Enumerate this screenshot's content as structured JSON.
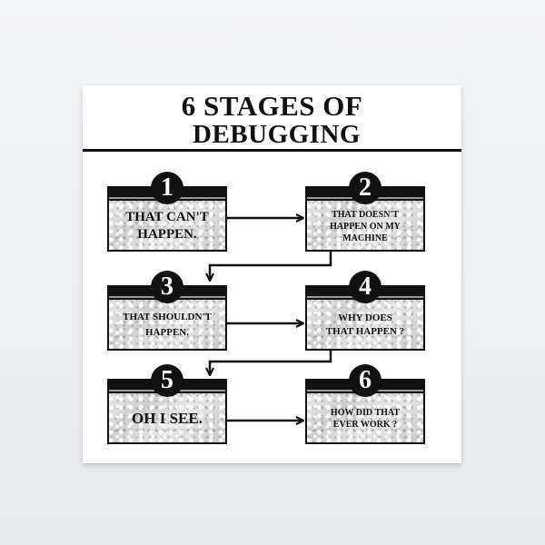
{
  "poster": {
    "title_line1": "6 STAGES OF",
    "title_line2": "DEBUGGING"
  },
  "stages": [
    {
      "number": "1",
      "text": "THAT CAN'T\nHAPPEN."
    },
    {
      "number": "2",
      "text": "THAT DOESN'T\nHAPPEN ON MY\nMACHINE"
    },
    {
      "number": "3",
      "text": "THAT SHOULDN'T\nHAPPEN."
    },
    {
      "number": "4",
      "text": "WHY DOES\nTHAT HAPPEN ?"
    },
    {
      "number": "5",
      "text": "OH I SEE."
    },
    {
      "number": "6",
      "text": "HOW DID THAT\nEVER WORK ?"
    }
  ],
  "colors": {
    "ink": "#111111",
    "card_texture": "#d9d9d9",
    "page_background": "#eceef1"
  }
}
